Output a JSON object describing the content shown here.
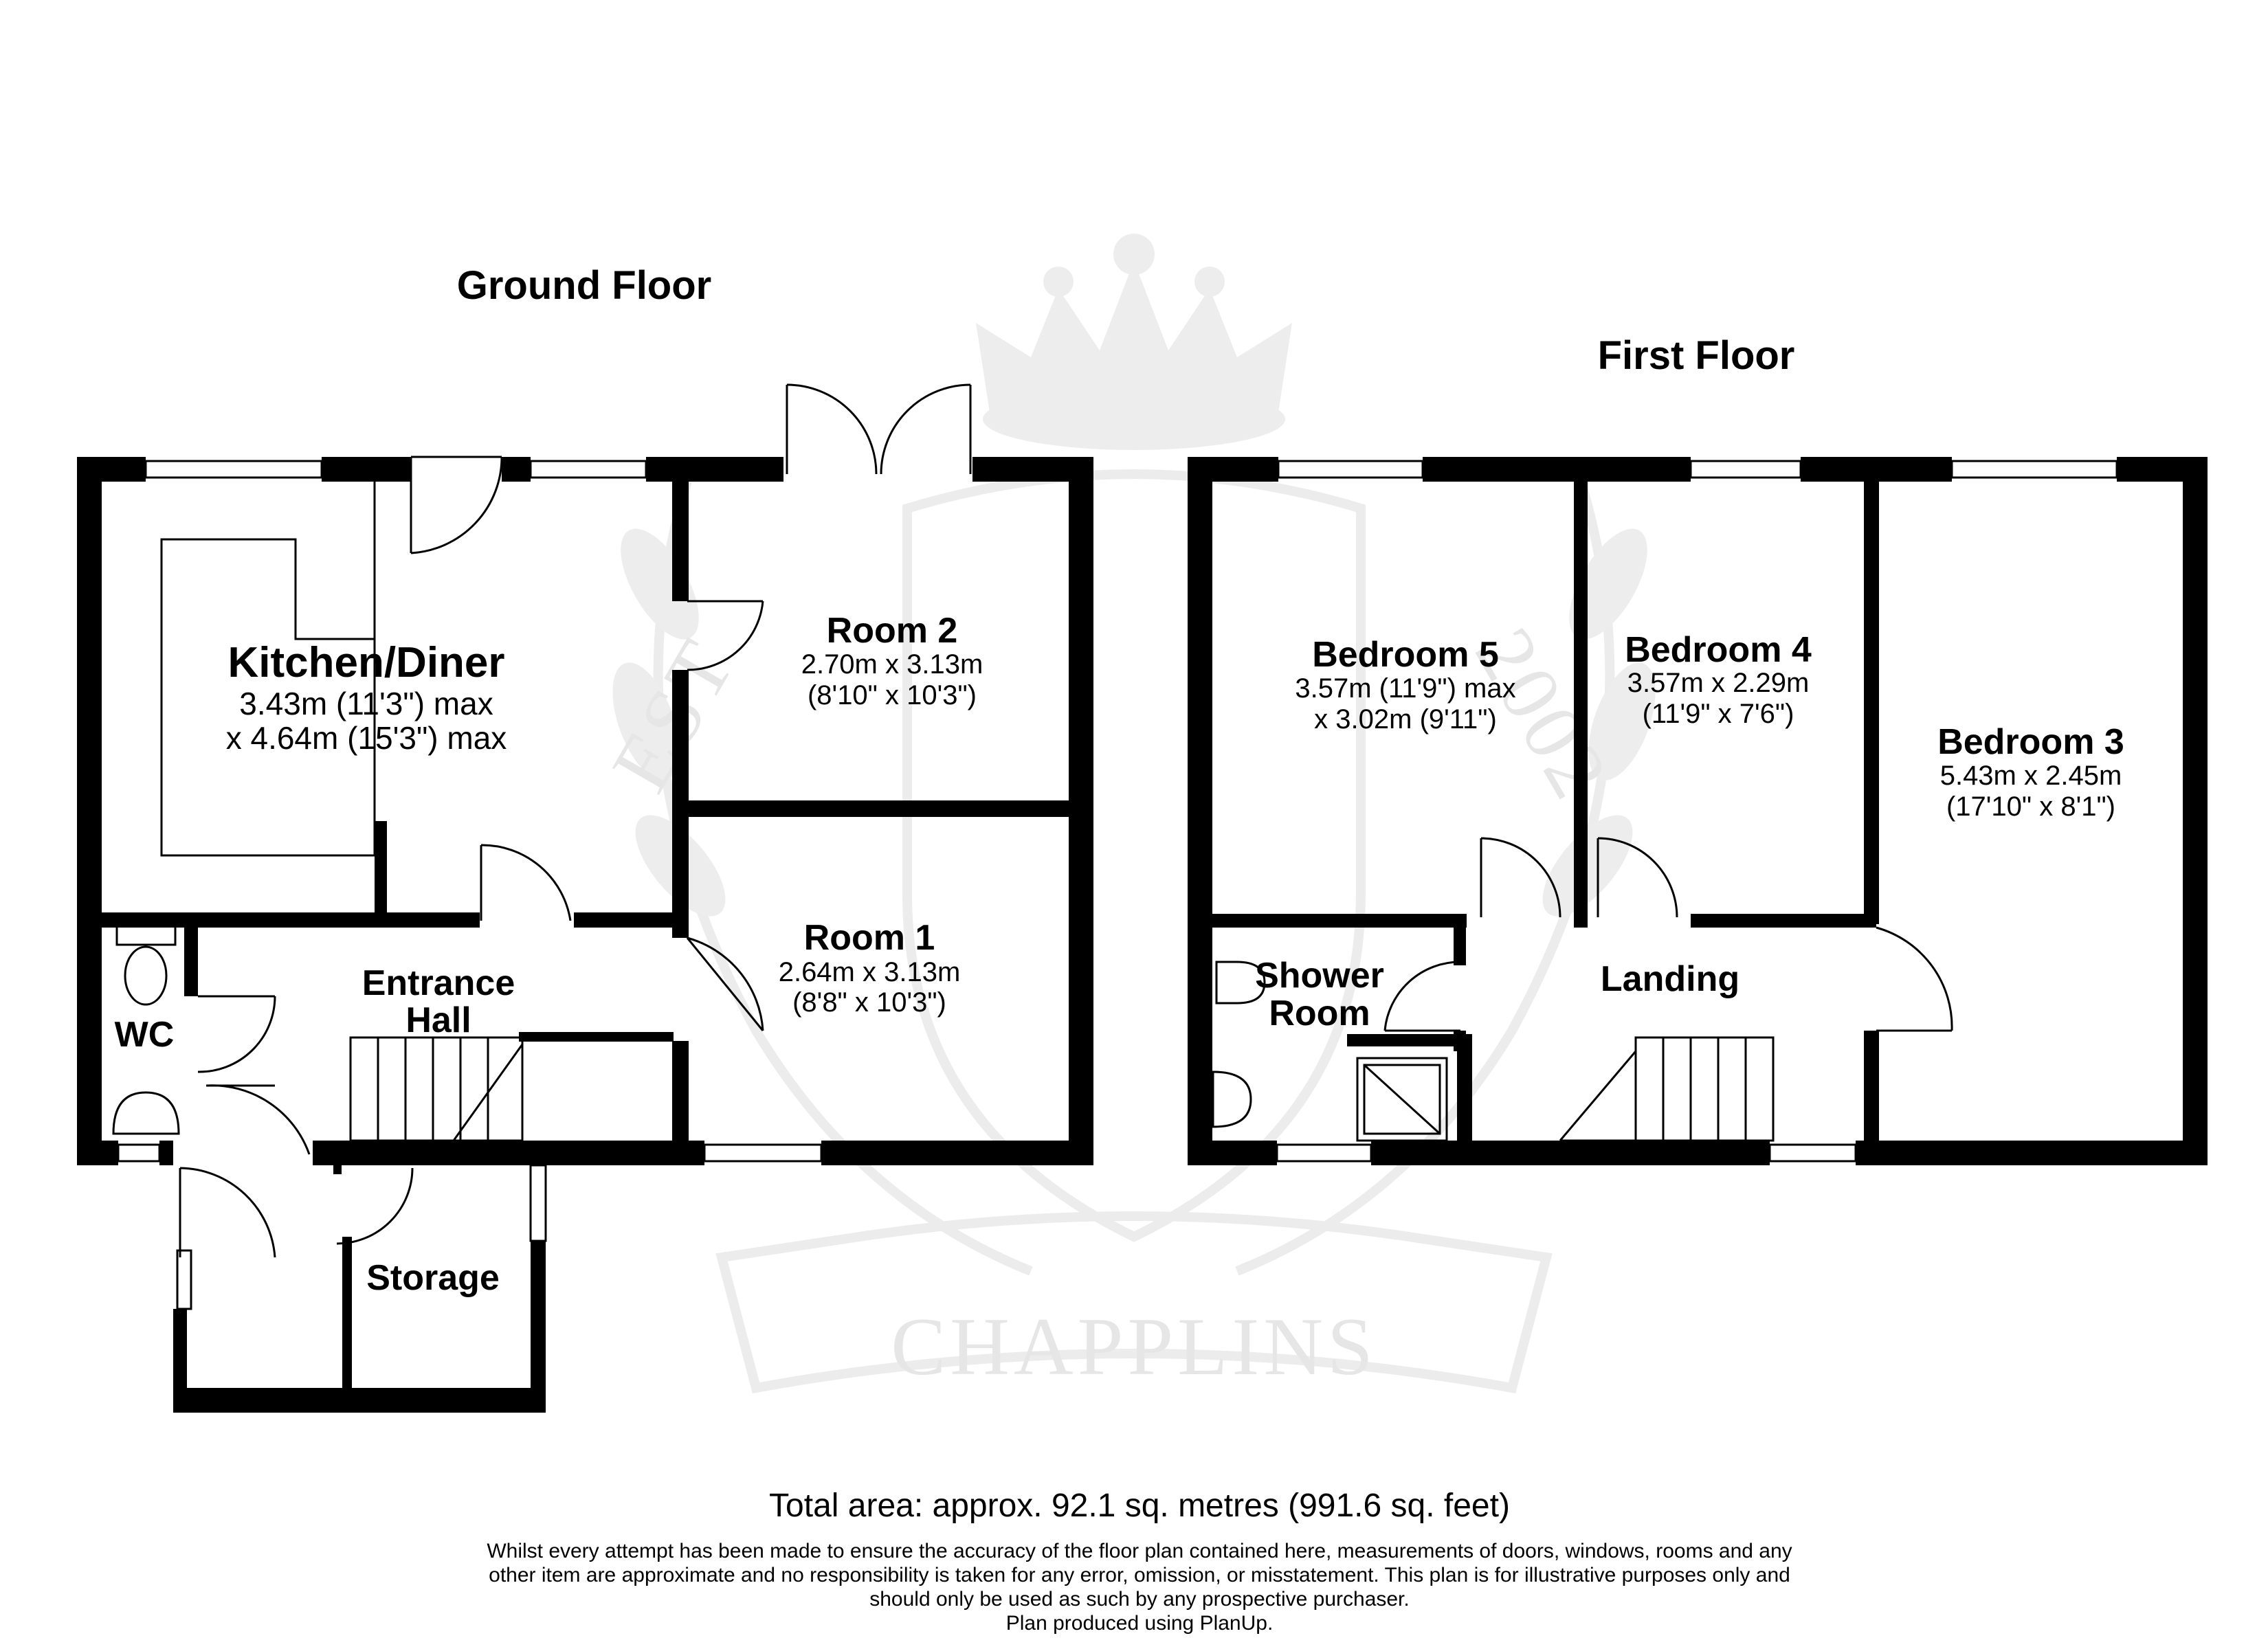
{
  "ground_floor": {
    "title": "Ground Floor",
    "rooms": {
      "kitchen": {
        "name": "Kitchen/Diner",
        "dim1": "3.43m (11'3\") max",
        "dim2": "x 4.64m (15'3\") max"
      },
      "room2": {
        "name": "Room 2",
        "dim1": "2.70m x 3.13m",
        "dim2": "(8'10\" x 10'3\")"
      },
      "room1": {
        "name": "Room 1",
        "dim1": "2.64m x 3.13m",
        "dim2": "(8'8\" x 10'3\")"
      },
      "hall": {
        "name_line1": "Entrance",
        "name_line2": "Hall"
      },
      "wc": {
        "name": "WC"
      },
      "storage": {
        "name": "Storage"
      }
    }
  },
  "first_floor": {
    "title": "First Floor",
    "rooms": {
      "bedroom5": {
        "name": "Bedroom 5",
        "dim1": "3.57m (11'9\") max",
        "dim2": "x 3.02m (9'11\")"
      },
      "bedroom4": {
        "name": "Bedroom 4",
        "dim1": "3.57m x 2.29m",
        "dim2": "(11'9\" x 7'6\")"
      },
      "bedroom3": {
        "name": "Bedroom 3",
        "dim1": "5.43m x 2.45m",
        "dim2": "(17'10\" x 8'1\")"
      },
      "shower": {
        "name_line1": "Shower",
        "name_line2": "Room"
      },
      "landing": {
        "name": "Landing"
      }
    }
  },
  "watermark": {
    "text": "CHAPPLINS",
    "est_left": "EST",
    "est_right": "2002"
  },
  "footer": {
    "total_area": "Total area: approx. 92.1 sq. metres (991.6 sq. feet)",
    "disclaimer_line1": "Whilst every attempt has been made to ensure the accuracy of the floor plan contained here, measurements of doors, windows, rooms and any",
    "disclaimer_line2": "other item are approximate and no responsibility is taken for any error, omission, or misstatement. This plan is for illustrative purposes only and",
    "disclaimer_line3": "should only be used as such by any prospective purchaser.",
    "disclaimer_line4": "Plan produced using PlanUp."
  }
}
